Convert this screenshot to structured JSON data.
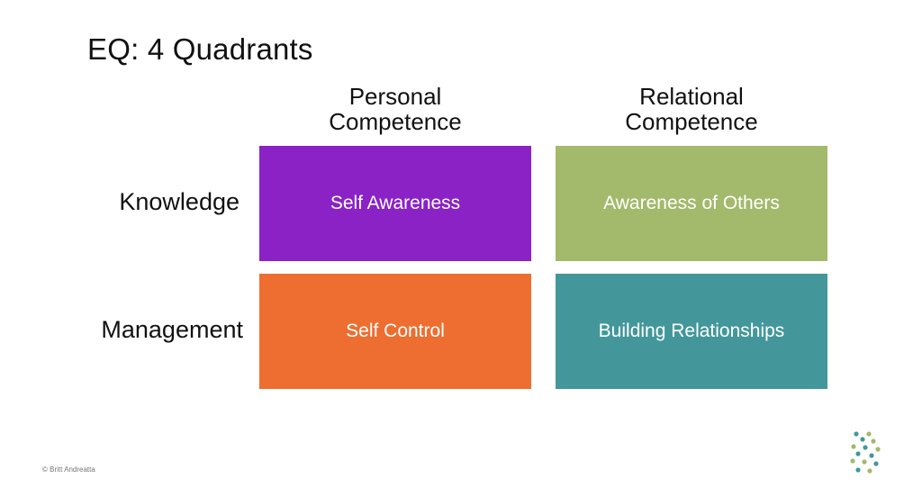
{
  "title": "EQ: 4 Quadrants",
  "columns": [
    {
      "line1": "Personal",
      "line2": "Competence"
    },
    {
      "line1": "Relational",
      "line2": "Competence"
    }
  ],
  "rows": [
    {
      "label": "Knowledge"
    },
    {
      "label": "Management"
    }
  ],
  "cells": [
    {
      "label": "Self Awareness",
      "color": "#8a22c6"
    },
    {
      "label": "Awareness of Others",
      "color": "#a3b96b"
    },
    {
      "label": "Self Control",
      "color": "#ed6e30"
    },
    {
      "label": "Building Relationships",
      "color": "#43979a"
    }
  ],
  "footer": "© Britt Andreatta",
  "logo": {
    "name": "dna-dots-logo",
    "colors": [
      "#43979a",
      "#a3b96b"
    ]
  }
}
